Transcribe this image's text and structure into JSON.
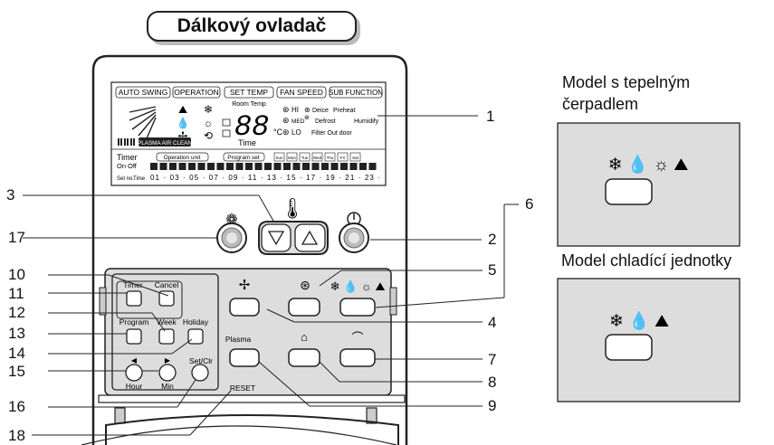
{
  "title": "Dálkový ovladač",
  "lcd": {
    "tabs": [
      "AUTO SWING",
      "OPERATION",
      "SET TEMP",
      "FAN SPEED",
      "SUB FUNCTION"
    ],
    "room_temp": "Room Temp",
    "temp_digits": "88",
    "unit": "°C",
    "fan_hi": "HI",
    "fan_med": "MED",
    "fan_lo": "LO",
    "deice": "Deice",
    "preheat": "Preheat",
    "defrost": "Defrost",
    "humidify": "Humidify",
    "filter": "Filter Out door",
    "plasma": "PLASMA AIR CLEAN",
    "time": "Time",
    "timer": "Timer",
    "on": "On",
    "off": "Off",
    "operation_unit": "Operation unit",
    "program_set": "Program set",
    "days": [
      "Sun",
      "Mon",
      "Tue",
      "Wed",
      "Thu",
      "Fri",
      "Sat"
    ],
    "set_no": "Set no.",
    "time_label": "Time",
    "time_scale": "01 · 03 · 05 · 07 · 09 · 11 · 13 · 15 · 17 · 19 · 21 · 23 ·"
  },
  "buttons": {
    "timer": "Timer",
    "cancel": "Cancel",
    "program": "Program",
    "week": "Week",
    "holiday": "Holiday",
    "hour": "Hour",
    "min": "Min",
    "set_clr": "Set/Clr",
    "plasma": "Plasma",
    "reset": "RESET"
  },
  "callouts": {
    "c1": "1",
    "c2": "2",
    "c3": "3",
    "c4": "4",
    "c5": "5",
    "c6": "6",
    "c7": "7",
    "c8": "8",
    "c9": "9",
    "c10": "10",
    "c11": "11",
    "c12": "12",
    "c13": "13",
    "c14": "14",
    "c15": "15",
    "c16": "16",
    "c17": "17",
    "c18": "18"
  },
  "side": {
    "heat_pump_line1": "Model s tepelným",
    "heat_pump_line2": "čerpadlem",
    "cooling_title": "Model chladící jednotky"
  }
}
